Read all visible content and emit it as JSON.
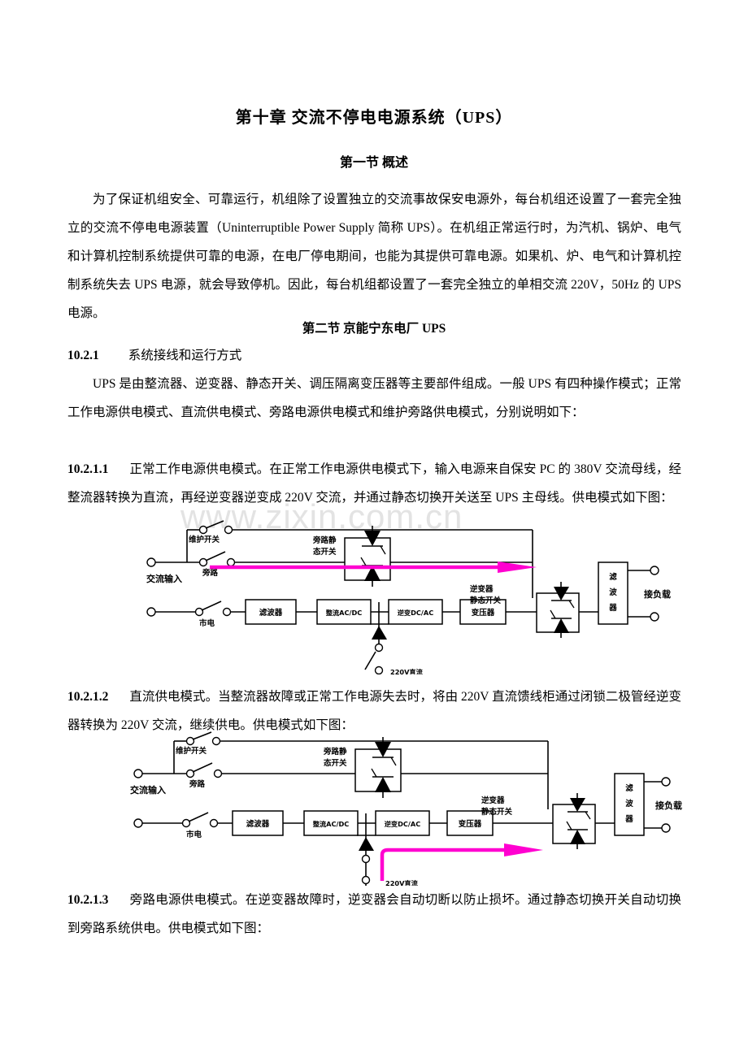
{
  "document": {
    "chapter_title": "第十章    交流不停电电源系统（UPS）",
    "section1_title": "第一节 概述",
    "section2_title": "第二节 京能宁东电厂 UPS",
    "watermark": "www.zixin.com.cn"
  },
  "paragraphs": {
    "p1": "为了保证机组安全、可靠运行，机组除了设置独立的交流事故保安电源外，每台机组还设置了一套完全独立的交流不停电电源装置（Uninterruptible Power Supply 简称 UPS）。在机组正常运行时，为汽机、锅炉、电气和计算机控制系统提供可靠的电源，在电厂停电期间，也能为其提供可靠电源。如果机、炉、电气和计算机控制系统失去 UPS 电源，就会导致停机。因此，每台机组都设置了一套完全独立的单相交流 220V，50Hz 的 UPS 电源。",
    "h_10_2_1_num": "10.2.1",
    "h_10_2_1_text": "系统接线和运行方式",
    "p2": "UPS 是由整流器、逆变器、静态开关、调压隔离变压器等主要部件组成。一般 UPS 有四种操作模式；正常工作电源供电模式、直流供电模式、旁路电源供电模式和维护旁路供电模式，分别说明如下：",
    "h_10_2_1_1_num": "10.2.1.1",
    "p3": "正常工作电源供电模式。在正常工作电源供电模式下，输入电源来自保安 PC 的 380V 交流母线，经整流器转换为直流，再经逆变器逆变成 220V 交流，并通过静态切换开关送至 UPS 主母线。供电模式如下图：",
    "h_10_2_1_2_num": "10.2.1.2",
    "p4": "直流供电模式。当整流器故障或正常工作电源失去时，将由 220V 直流馈线柜通过闭锁二极管经逆变器转换为 220V 交流，继续供电。供电模式如下图：",
    "h_10_2_1_3_num": "10.2.1.3",
    "p5": "旁路电源供电模式。在逆变器故障时，逆变器会自动切断以防止损坏。通过静态切换开关自动切换到旁路系统供电。供电模式如下图："
  },
  "diagram_labels": {
    "maintenance_switch": "维护开关",
    "bypass": "旁路",
    "ac_input": "交流输入",
    "mains": "市电",
    "bypass_static_switch_l1": "旁路静",
    "bypass_static_switch_l2": "态开关",
    "filter_in": "滤波器",
    "rectifier": "整流AC/DC",
    "inverter": "逆变DC/AC",
    "transformer": "变压器",
    "inverter_static_switch_l1": "逆变器",
    "inverter_static_switch_l2": "静态开关",
    "filter_out_ch1": "滤",
    "filter_out_ch2": "波",
    "filter_out_ch3": "器",
    "to_load": "接负载",
    "dc_220v": "220V直流"
  },
  "colors": {
    "flow_accent": "#ff00d0",
    "watermark": "#e3e3e3",
    "text": "#000000"
  }
}
